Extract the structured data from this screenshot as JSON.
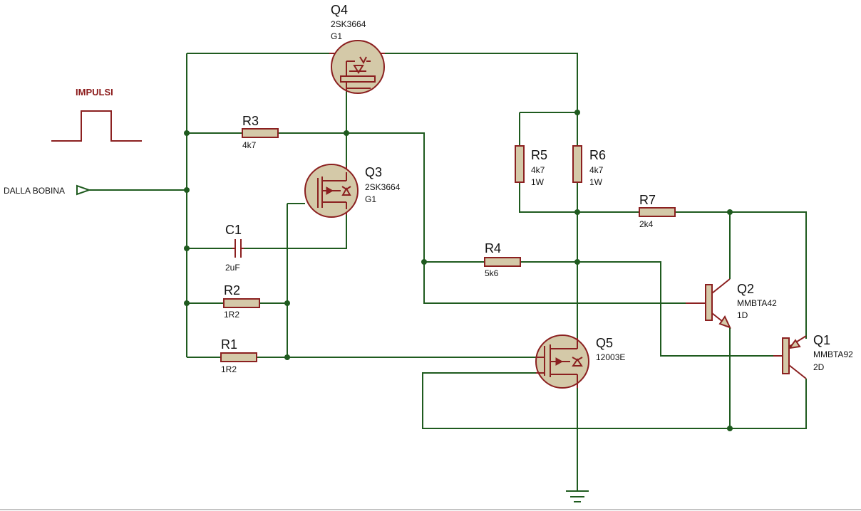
{
  "title": "IMPULSI",
  "input_port": "DALLA BOBINA",
  "components": {
    "q4": {
      "ref": "Q4",
      "part": "2SK3664",
      "val2": "G1"
    },
    "q3": {
      "ref": "Q3",
      "part": "2SK3664",
      "val2": "G1"
    },
    "q5": {
      "ref": "Q5",
      "part": "12003E"
    },
    "q2": {
      "ref": "Q2",
      "part": "MMBTA42",
      "val2": "1D"
    },
    "q1": {
      "ref": "Q1",
      "part": "MMBTA92",
      "val2": "2D"
    },
    "r1": {
      "ref": "R1",
      "value": "1R2"
    },
    "r2": {
      "ref": "R2",
      "value": "1R2"
    },
    "r3": {
      "ref": "R3",
      "value": "4k7"
    },
    "r4": {
      "ref": "R4",
      "value": "5k6"
    },
    "r5": {
      "ref": "R5",
      "value": "4k7",
      "power": "1W"
    },
    "r6": {
      "ref": "R6",
      "value": "4k7",
      "power": "1W"
    },
    "r7": {
      "ref": "R7",
      "value": "2k4"
    },
    "c1": {
      "ref": "C1",
      "value": "2uF"
    }
  },
  "colors": {
    "wire": "#1f5b1f",
    "component": "#8b2020",
    "body": "#d4c9a8",
    "title": "#8b1a1a"
  }
}
